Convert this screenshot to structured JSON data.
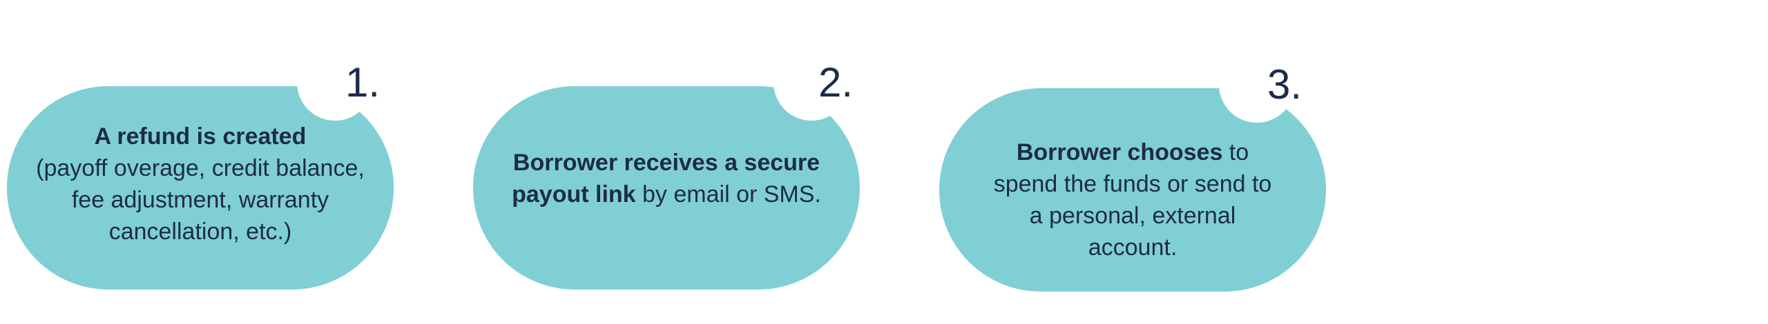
{
  "steps": [
    {
      "number": "1.",
      "bold": "A refund is created",
      "rest": "(payoff overage, credit balance, fee adjustment, warranty cancellation, etc.)"
    },
    {
      "number": "2.",
      "bold": "Borrower receives a secure payout link",
      "rest": " by email or SMS."
    },
    {
      "number": "3.",
      "bold": "Borrower chooses",
      "rest": " to spend the funds or send to a personal, external account."
    }
  ],
  "colors": {
    "pill": "#80cfd4",
    "text": "#1c2b4a",
    "background": "#ffffff"
  }
}
